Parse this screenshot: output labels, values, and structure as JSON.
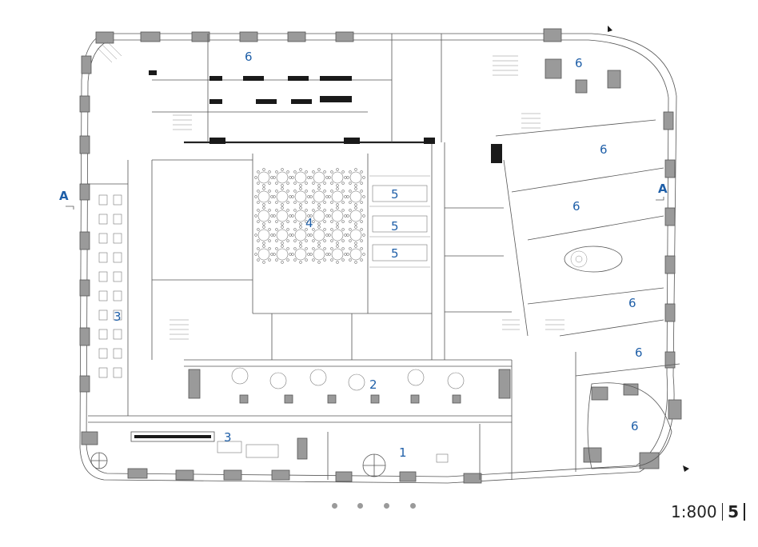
{
  "plan": {
    "room_labels": [
      {
        "id": "r1",
        "text": "1"
      },
      {
        "id": "r2",
        "text": "2"
      },
      {
        "id": "r3a",
        "text": "3"
      },
      {
        "id": "r3b",
        "text": "3"
      },
      {
        "id": "r4",
        "text": "4"
      },
      {
        "id": "r5a",
        "text": "5"
      },
      {
        "id": "r5b",
        "text": "5"
      },
      {
        "id": "r5c",
        "text": "5"
      },
      {
        "id": "r6a",
        "text": "6"
      },
      {
        "id": "r6b",
        "text": "6"
      },
      {
        "id": "r6c",
        "text": "6"
      },
      {
        "id": "r6d",
        "text": "6"
      },
      {
        "id": "r6e",
        "text": "6"
      },
      {
        "id": "r6f",
        "text": "6"
      },
      {
        "id": "r6g",
        "text": "6"
      }
    ],
    "section_marks": [
      {
        "id": "secL",
        "text": "A"
      },
      {
        "id": "secR",
        "text": "A"
      }
    ],
    "accent_color": "#1f5fa8"
  },
  "footer": {
    "pager_dots": 4,
    "scale": "1:800",
    "page_number": "5"
  }
}
